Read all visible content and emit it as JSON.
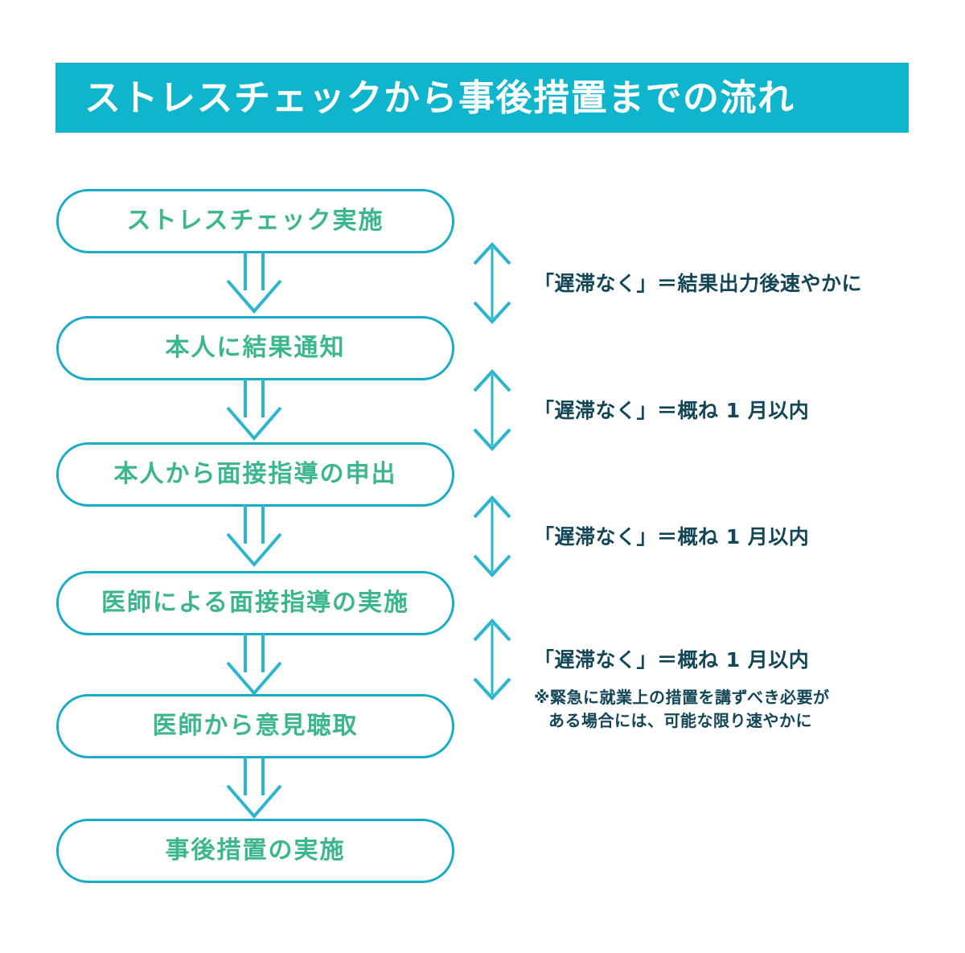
{
  "header": {
    "title": "ストレスチェックから事後措置までの流れ",
    "bg_color": "#0fb4cd",
    "text_color": "#ffffff"
  },
  "palette": {
    "box_border": "#1aabc6",
    "box_text": "#3cb68e",
    "arrow": "#2ab5d1",
    "note_text": "#134656",
    "background": "#ffffff"
  },
  "flow": {
    "steps": [
      {
        "id": "step-1",
        "label": "ストレスチェック実施"
      },
      {
        "id": "step-2",
        "label": "本人に結果通知"
      },
      {
        "id": "step-3",
        "label": "本人から面接指導の申出"
      },
      {
        "id": "step-4",
        "label": "医師による面接指導の実施"
      },
      {
        "id": "step-5",
        "label": "医師から意見聴取"
      },
      {
        "id": "step-6",
        "label": "事後措置の実施"
      }
    ],
    "connectors": [
      {
        "id": "connector-1",
        "from": "step-1",
        "to": "step-2",
        "kind": "down-arrow"
      },
      {
        "id": "connector-2",
        "from": "step-2",
        "to": "step-3",
        "kind": "down-arrow"
      },
      {
        "id": "connector-3",
        "from": "step-3",
        "to": "step-4",
        "kind": "down-arrow"
      },
      {
        "id": "connector-4",
        "from": "step-4",
        "to": "step-5",
        "kind": "down-arrow"
      },
      {
        "id": "connector-5",
        "from": "step-5",
        "to": "step-6",
        "kind": "down-arrow"
      }
    ]
  },
  "notes": [
    {
      "id": "note-1",
      "between": [
        "step-1",
        "step-2"
      ],
      "arrow": "double-headed-vertical",
      "text": "「遅滞なく」＝結果出力後速やかに",
      "sub_lines": []
    },
    {
      "id": "note-2",
      "between": [
        "step-2",
        "step-3"
      ],
      "arrow": "double-headed-vertical",
      "text": "「遅滞なく」＝概ね 1 月以内",
      "sub_lines": []
    },
    {
      "id": "note-3",
      "between": [
        "step-3",
        "step-4"
      ],
      "arrow": "double-headed-vertical",
      "text": "「遅滞なく」＝概ね 1 月以内",
      "sub_lines": []
    },
    {
      "id": "note-4",
      "between": [
        "step-4",
        "step-5"
      ],
      "arrow": "double-headed-vertical",
      "text": "「遅滞なく」＝概ね 1 月以内",
      "sub_lines": [
        "※緊急に就業上の措置を講ずべき必要が",
        "ある場合には、可能な限り速やかに"
      ]
    }
  ]
}
